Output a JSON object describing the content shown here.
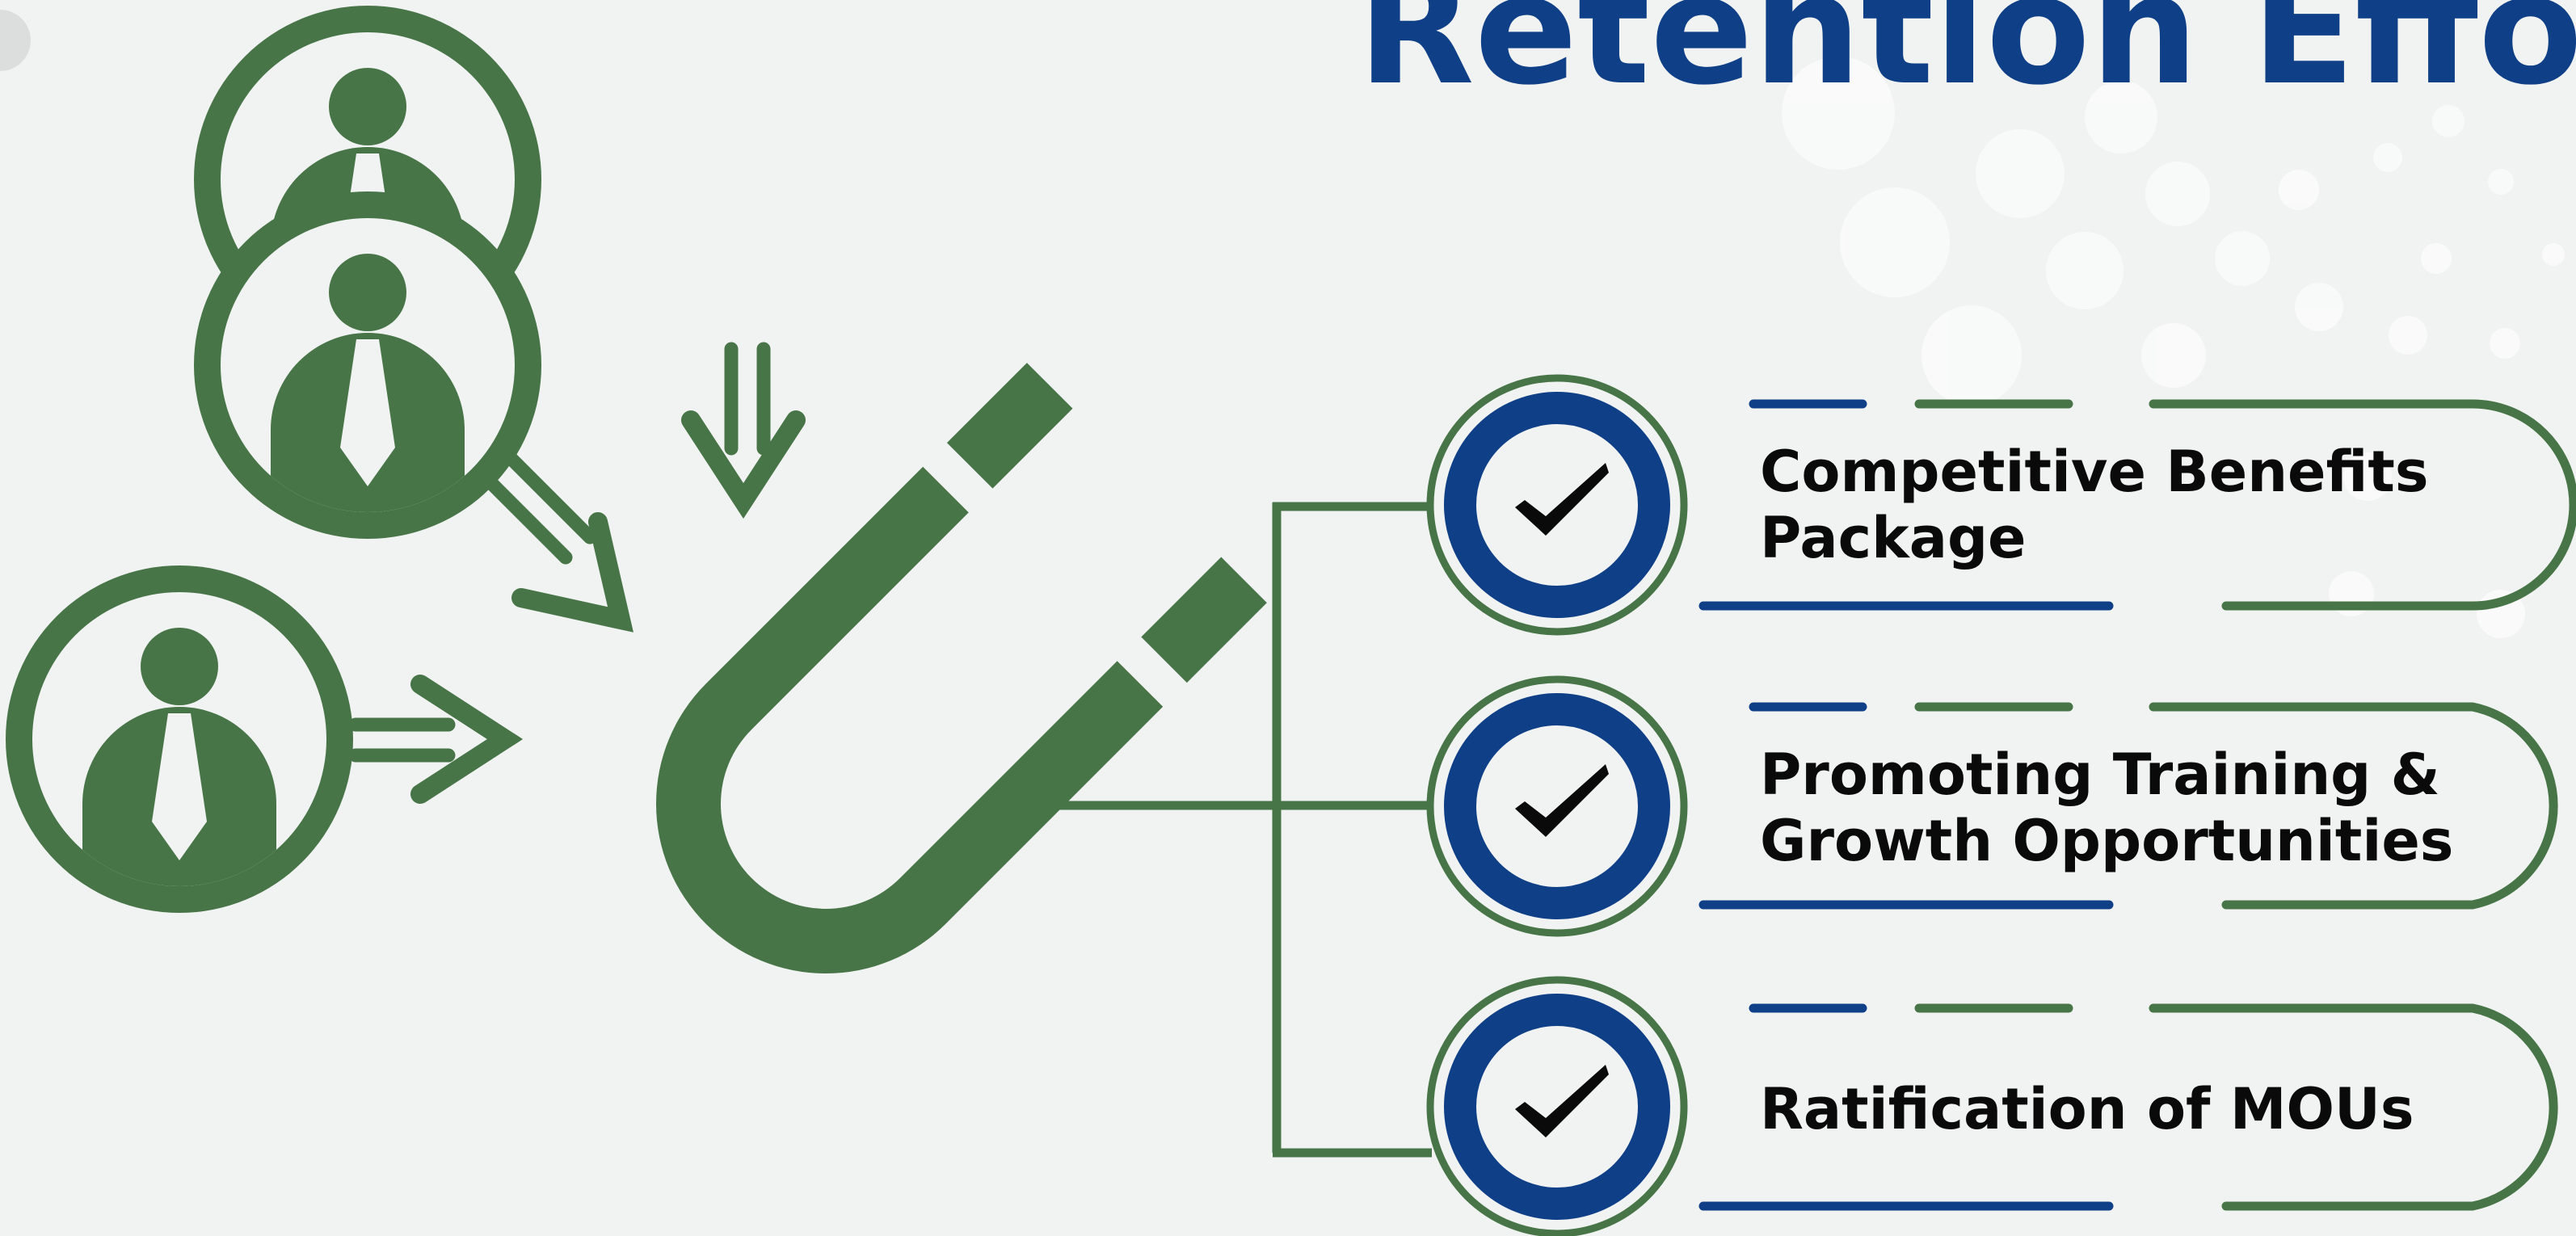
{
  "title": "Retention Effor",
  "items": [
    {
      "line1": "Competitive Benefits",
      "line2": "Package"
    },
    {
      "line1": "Promoting Training &",
      "line2": "Growth Opportunities"
    },
    {
      "line1": "Ratification of MOUs",
      "line2": ""
    }
  ],
  "icons": {
    "people": "person-with-tie-icon",
    "magnet": "magnet-icon",
    "check": "checkmark-icon"
  },
  "colors": {
    "green": "#487548",
    "blue": "#0f3f87",
    "text": "#0a0a0a",
    "background": "#f1f3f2"
  }
}
